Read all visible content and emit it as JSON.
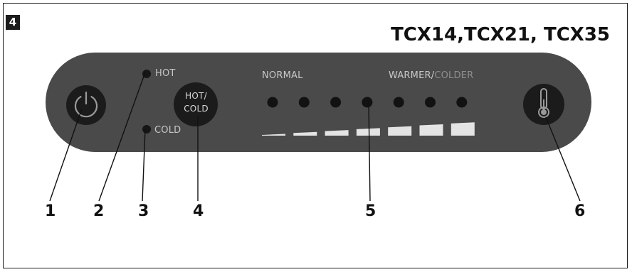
{
  "figure_number": "4",
  "models_title": "TCX14,TCX21, TCX35",
  "panel": {
    "hot_label": "HOT",
    "cold_label": "COLD",
    "hot_cold_button": {
      "line1": "HOT/",
      "line2": "COLD"
    },
    "normal_label": "NORMAL",
    "warmer_label": "WARMER/",
    "colder_label": "COLDER",
    "temperature_levels": 7
  },
  "callouts": [
    "1",
    "2",
    "3",
    "4",
    "5",
    "6"
  ],
  "colors": {
    "panel": "#4a4a4b",
    "button": "#1b1b1b",
    "led": "#121212",
    "label_text": "#c7c7c7",
    "bars": "#e4e4e4"
  }
}
